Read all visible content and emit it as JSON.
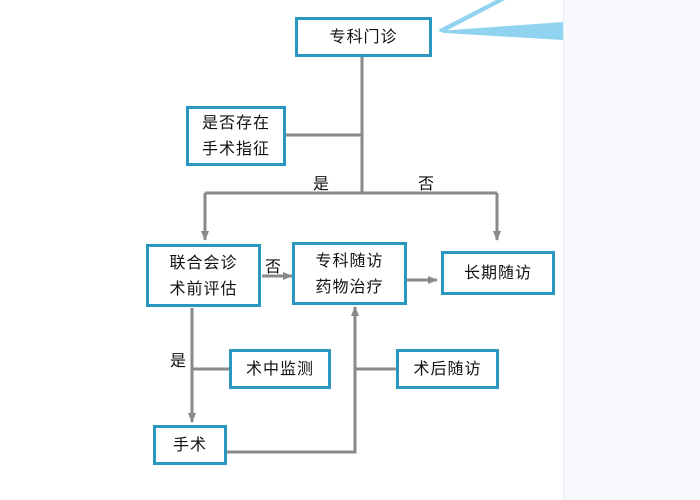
{
  "nodes": {
    "clinic": "专科门诊",
    "indication_line1": "是否存在",
    "indication_line2": "手术指征",
    "consult_line1": "联合会诊",
    "consult_line2": "术前评估",
    "followup_line1": "专科随访",
    "followup_line2": "药物治疗",
    "longterm": "长期随访",
    "intraop": "术中监测",
    "postop": "术后随访",
    "surgery": "手术"
  },
  "edge_labels": {
    "yes_top": "是",
    "no_top": "否",
    "no_mid": "否",
    "yes_left": "是"
  },
  "colors": {
    "box_border": "#2a97c0",
    "connector": "#8a8a8a",
    "accent_stripe": "#8fd3f0"
  }
}
